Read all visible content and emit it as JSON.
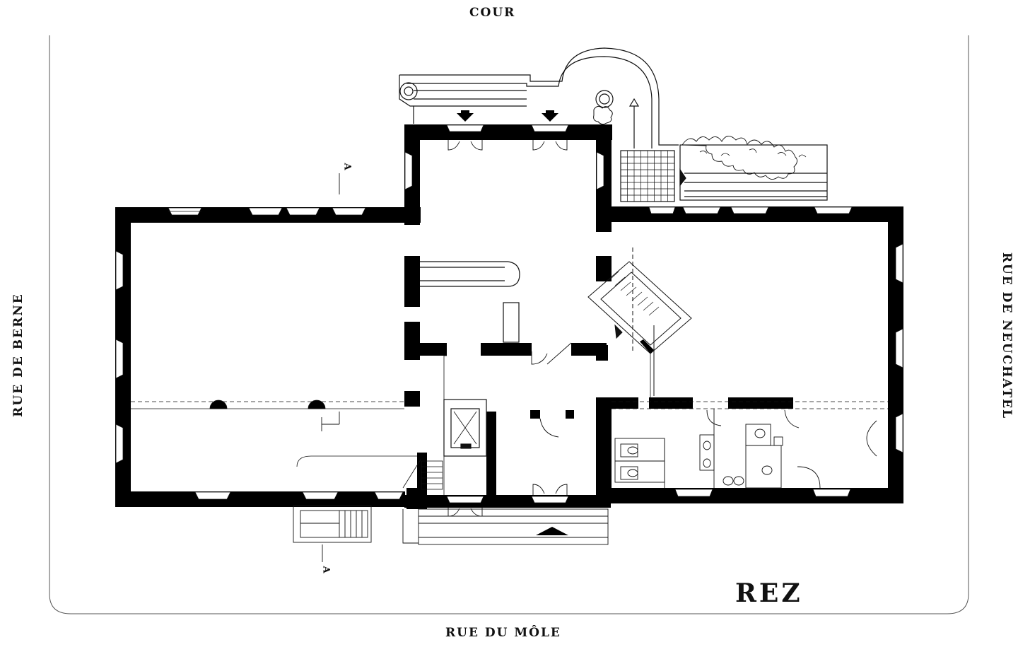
{
  "labels": {
    "cour": "COUR",
    "rue_du_mole": "RUE DU MÔLE",
    "rue_de_berne": "RUE DE BERNE",
    "rue_de_neuchatel": "RUE DE NEUCHATEL",
    "level": "REZ",
    "section_mark": "A"
  },
  "colors": {
    "ink": "#111111",
    "paper": "#ffffff",
    "wall": "#000000"
  },
  "drawing": "floor-plan"
}
